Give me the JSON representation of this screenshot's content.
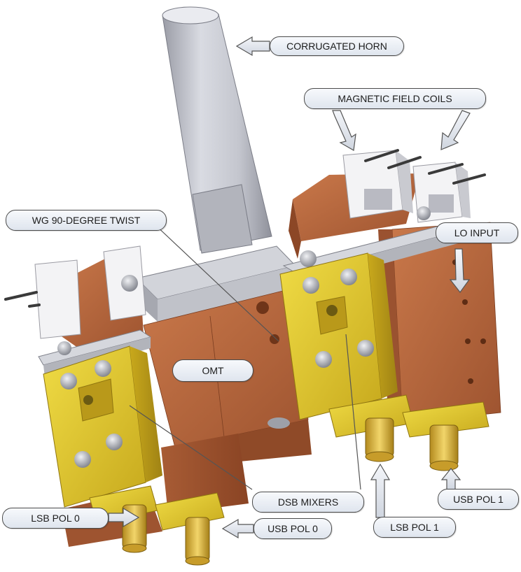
{
  "labels": {
    "corrugated_horn": "CORRUGATED HORN",
    "magnetic_field_coils": "MAGNETIC FIELD COILS",
    "wg_twist": "WG 90-DEGREE TWIST",
    "lo_input": "LO INPUT",
    "omt": "OMT",
    "dsb_mixers": "DSB MIXERS",
    "lsb_pol_0": "LSB POL 0",
    "usb_pol_0": "USB POL 0",
    "lsb_pol_1": "LSB POL 1",
    "usb_pol_1": "USB POL 1"
  },
  "colors": {
    "copper": "#b5653a",
    "gold": "#d9c12a",
    "aluminum": "#c6c8cf",
    "label_fill": "#e7ebf2",
    "arrow_fill": "#d8dde6"
  }
}
